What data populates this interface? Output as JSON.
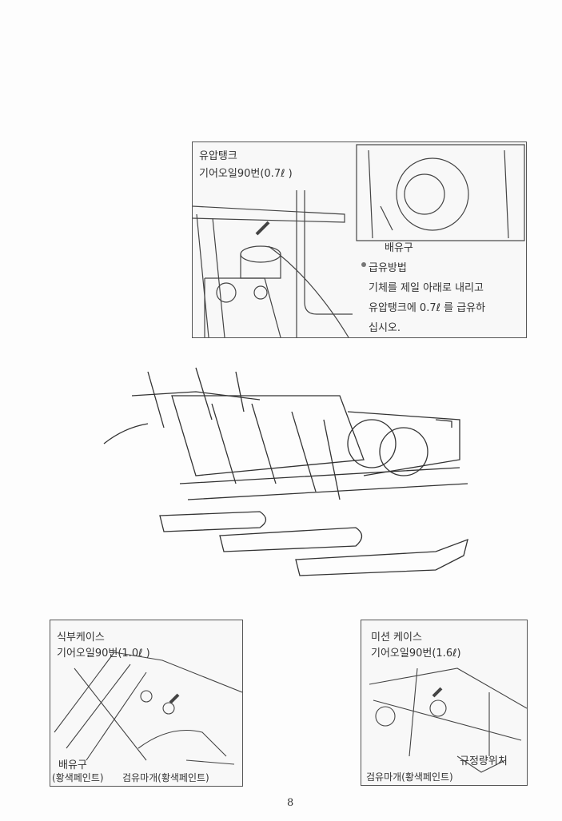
{
  "hydraulic_tank": {
    "title": "유압탱크",
    "oil": "기어오일90번(0.7ℓ )",
    "drain_label": "배유구",
    "method_title": "급유방법",
    "method_lines": [
      "기체를 제일 아래로 내리고",
      "유압탱크에 0.7ℓ 를 급유하",
      "십시오."
    ]
  },
  "planting_case": {
    "title": "식부케이스",
    "oil": "기어오일90번(1.0ℓ )",
    "drain_label": "배유구",
    "drain_paint": "(황색페인트)",
    "check_plug": "검유마개(황색페인트)"
  },
  "transmission_case": {
    "title": "미션 케이스",
    "oil": "기어오일90번(1.6ℓ)",
    "level_label": "규정량위치",
    "check_plug": "검유마개(황색페인트)"
  },
  "page_number": "8"
}
